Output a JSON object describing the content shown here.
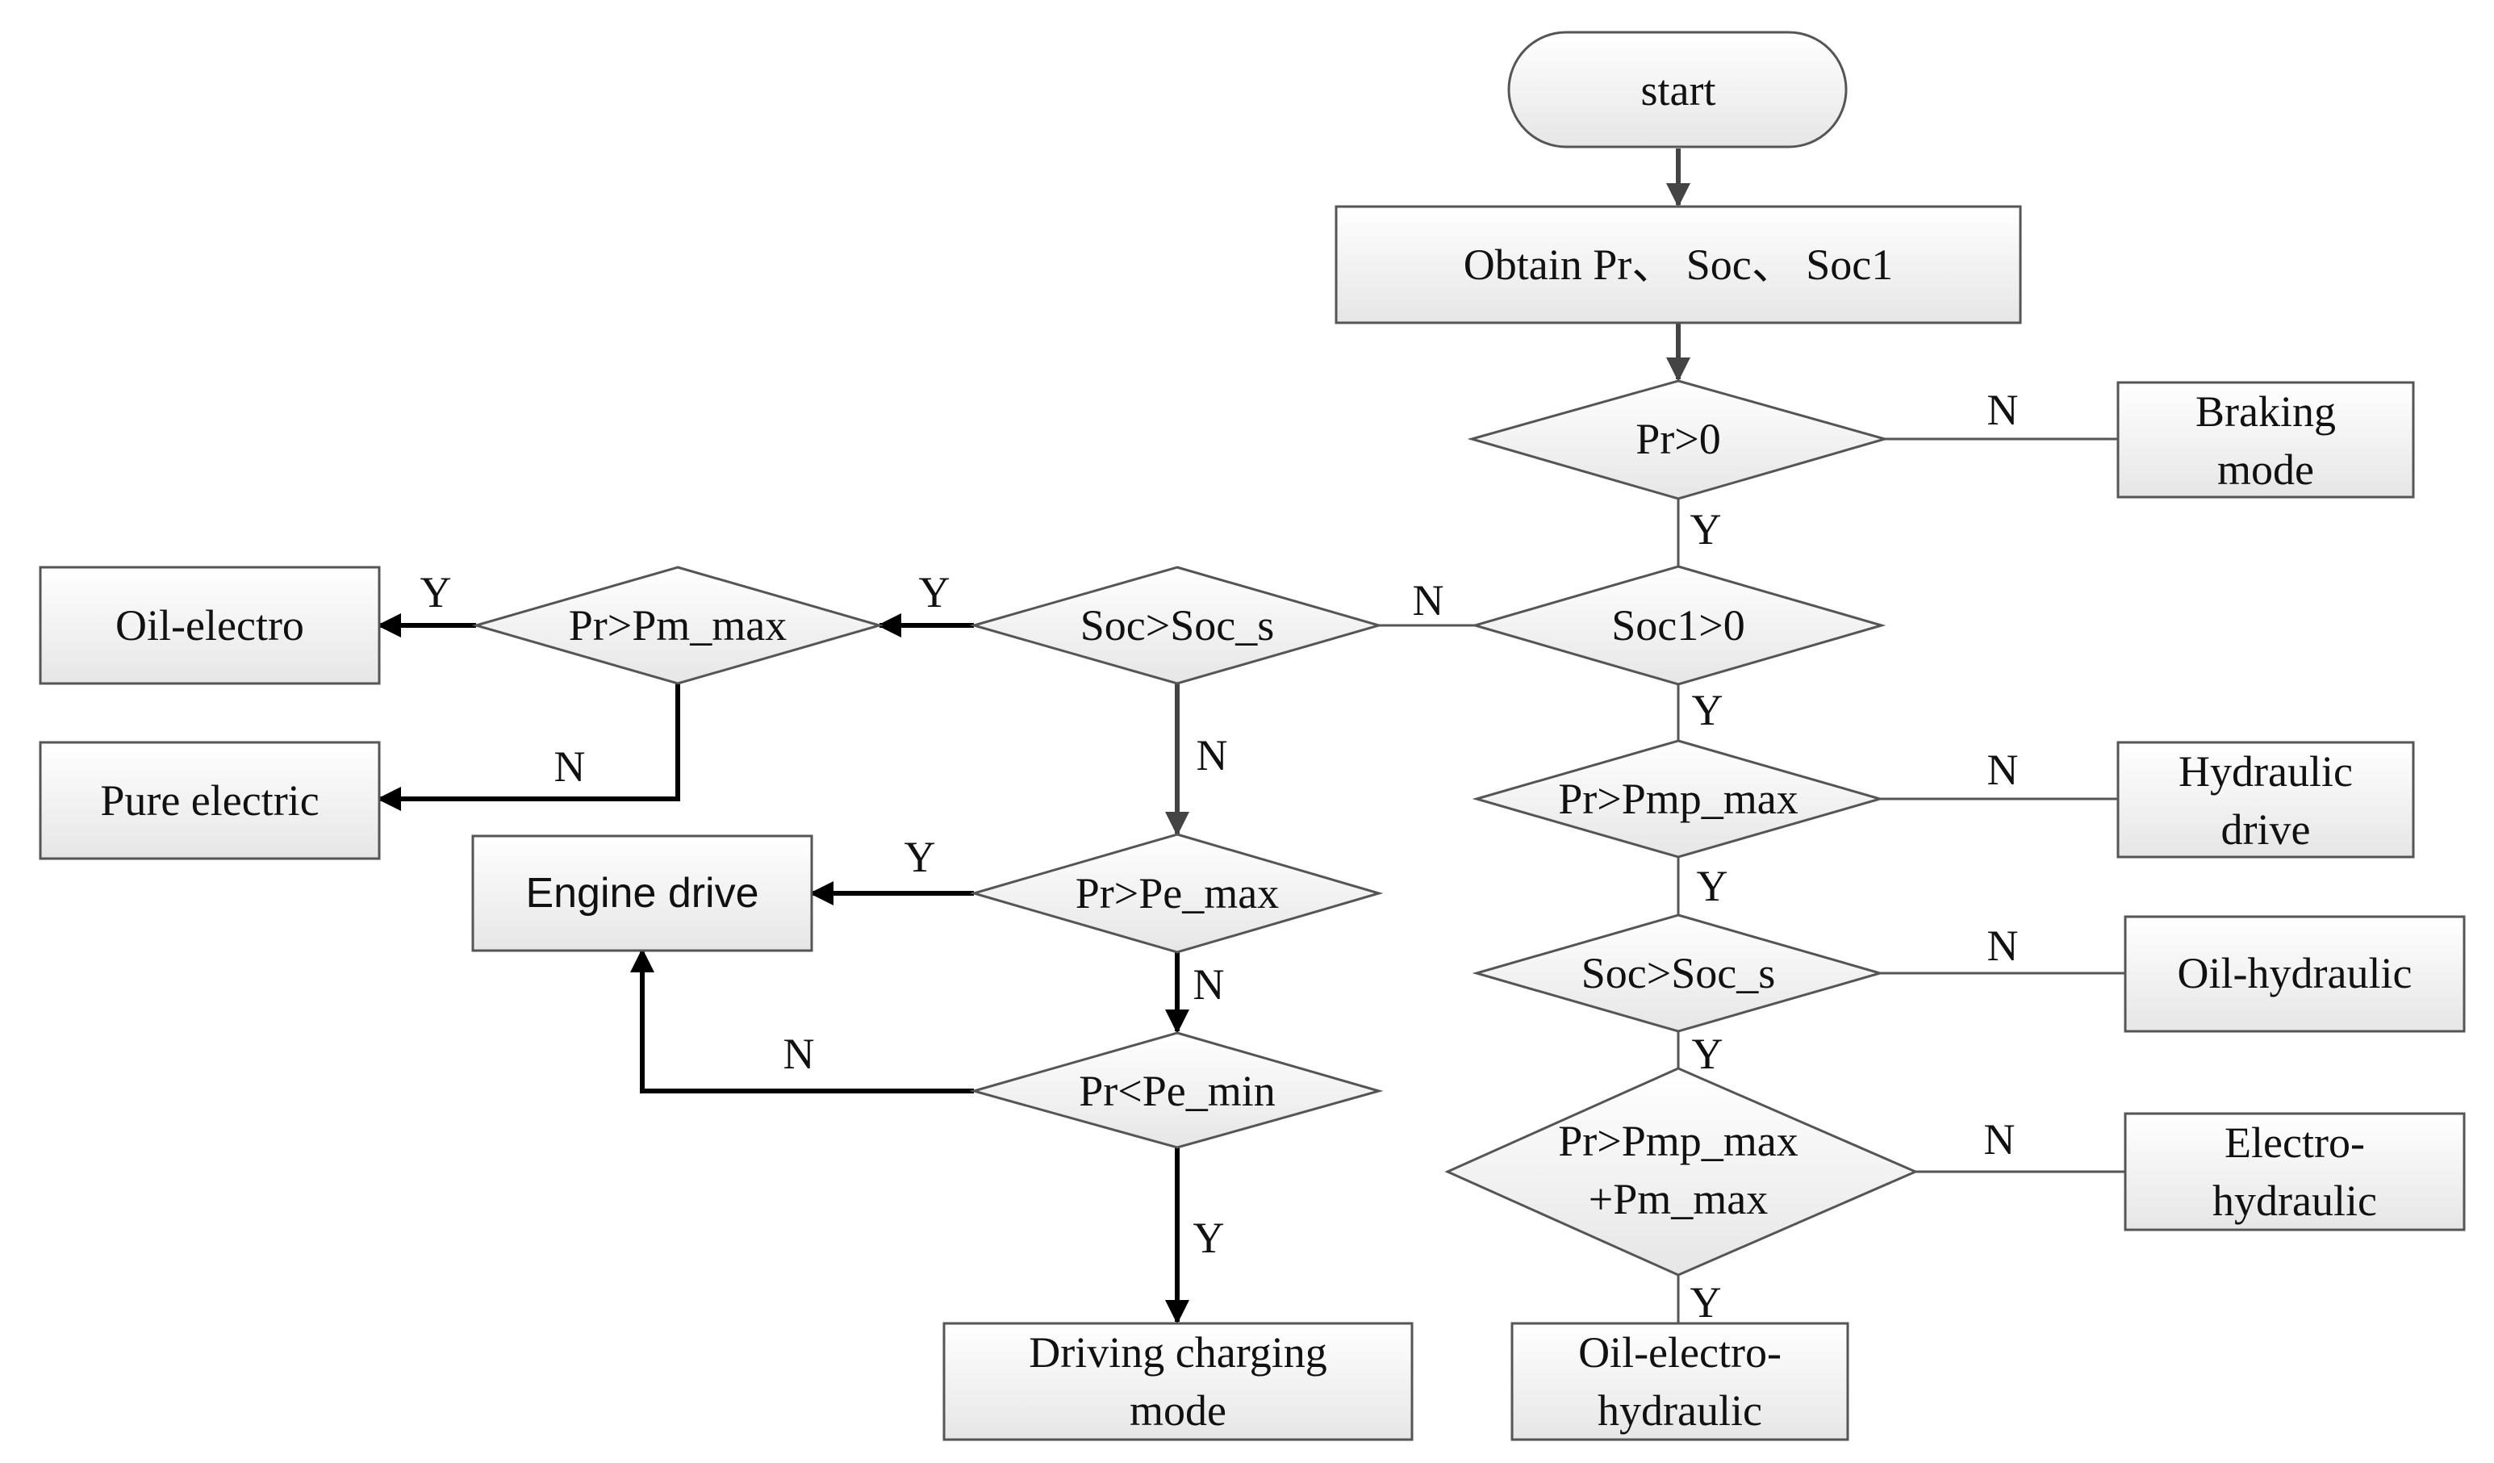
{
  "diagram": {
    "nodes": {
      "start": {
        "lines": [
          "start"
        ]
      },
      "obtain": {
        "lines": [
          "Obtain Pr、 Soc、 Soc1"
        ]
      },
      "pr_gt_0": {
        "lines": [
          "Pr>0"
        ]
      },
      "braking_mode": {
        "lines": [
          "Braking",
          "mode"
        ]
      },
      "soc1_gt_0": {
        "lines": [
          "Soc1>0"
        ]
      },
      "soc_gt_soc_s_left": {
        "lines": [
          "Soc>Soc_s"
        ]
      },
      "pr_gt_pm_max": {
        "lines": [
          "Pr>Pm_max"
        ]
      },
      "oil_electro": {
        "lines": [
          "Oil-electro"
        ]
      },
      "pure_electric": {
        "lines": [
          "Pure electric"
        ]
      },
      "pr_gt_pe_max": {
        "lines": [
          "Pr>Pe_max"
        ]
      },
      "engine_drive": {
        "lines": [
          "Engine drive"
        ]
      },
      "pr_lt_pe_min": {
        "lines": [
          "Pr<Pe_min"
        ]
      },
      "driving_charging_mode": {
        "lines": [
          "Driving charging",
          "mode"
        ]
      },
      "pr_gt_pmp_max": {
        "lines": [
          "Pr>Pmp_max"
        ]
      },
      "hydraulic_drive": {
        "lines": [
          "Hydraulic",
          "drive"
        ]
      },
      "soc_gt_soc_s_right": {
        "lines": [
          "Soc>Soc_s"
        ]
      },
      "oil_hydraulic": {
        "lines": [
          "Oil-hydraulic"
        ]
      },
      "pr_gt_pmp_pm_max": {
        "lines": [
          "Pr>Pmp_max",
          "+Pm_max"
        ]
      },
      "electro_hydraulic": {
        "lines": [
          "Electro-",
          "hydraulic"
        ]
      },
      "oil_electro_hydraulic": {
        "lines": [
          "Oil-electro-",
          "hydraulic"
        ]
      }
    },
    "edge_labels": {
      "pr0_n": "N",
      "pr0_y": "Y",
      "soc1_n": "N",
      "soc1_y": "Y",
      "socs_left_y": "Y",
      "pmmax_y": "Y",
      "pmmax_n": "N",
      "socs_left_n": "N",
      "pemax_y": "Y",
      "pemax_n": "N",
      "pemin_n": "N",
      "pemin_y": "Y",
      "pmp_n": "N",
      "pmp_y": "Y",
      "socs_right_n": "N",
      "socs_right_y": "Y",
      "pmp_pm_n": "N",
      "pmp_pm_y": "Y"
    }
  }
}
